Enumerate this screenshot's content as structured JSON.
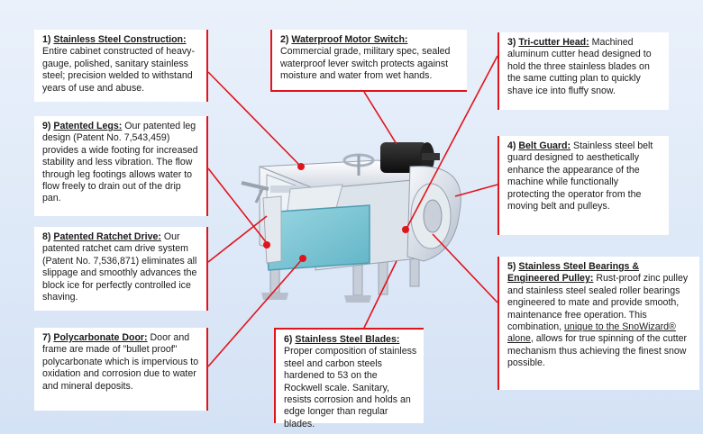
{
  "accent_color": "#e0141b",
  "panel_color": "#7dc6d6",
  "callouts": [
    {
      "id": "c1",
      "num": "1)",
      "title": "Stainless Steel Construction:",
      "body": "Entire cabinet constructed of heavy-gauge, polished, sanitary stainless steel; precision welded to withstand years of use and abuse."
    },
    {
      "id": "c2",
      "num": "2)",
      "title": "Waterproof Motor Switch:",
      "body": "Commercial grade, military spec, sealed waterproof lever switch protects against moisture and water from wet hands."
    },
    {
      "id": "c3",
      "num": "3)",
      "title": "Tri-cutter Head:",
      "body": "Machined aluminum cutter head designed to hold the three stainless blades on the same cutting plan to quickly shave ice into fluffy snow."
    },
    {
      "id": "c4",
      "num": "4)",
      "title": "Belt Guard:",
      "body": "Stainless steel belt guard designed to aesthetically enhance the appearance of the machine while functionally protecting the operator from the moving belt and pulleys."
    },
    {
      "id": "c5",
      "num": "5)",
      "title": "Stainless Steel Bearings & Engineered Pulley:",
      "body": "Rust-proof zinc pulley and stainless steel sealed roller bearings engineered to mate and provide smooth, maintenance free operation. This combination,",
      "body_underlined": "unique to the SnoWizard® alone",
      "body_end": ", allows for true spinning of the cutter mechanism thus achieving the finest snow possible."
    },
    {
      "id": "c6",
      "num": "6)",
      "title": "Stainless Steel Blades:",
      "body": "Proper composition of stainless steel and carbon steels hardened to 53 on the Rockwell scale. Sanitary, resists corrosion and holds an edge longer than regular blades."
    },
    {
      "id": "c7",
      "num": "7)",
      "title": "Polycarbonate Door:",
      "body": "Door and frame are made of \"bullet proof\" polycarbonate which is impervious to oxidation and corrosion due to water and mineral deposits."
    },
    {
      "id": "c8",
      "num": "8)",
      "title": "Patented Ratchet Drive:",
      "body": "Our patented ratchet cam drive system (Patent No. 7,536,871) eliminates all slippage and smoothly advances the block ice for perfectly controlled ice shaving."
    },
    {
      "id": "c9",
      "num": "9)",
      "title": "Patented Legs:",
      "body": "Our patented leg design (Patent No. 7,543,459) provides a wide footing for increased stability and less vibration. The flow through leg footings allows water to flow freely to drain out of the drip pan."
    }
  ]
}
